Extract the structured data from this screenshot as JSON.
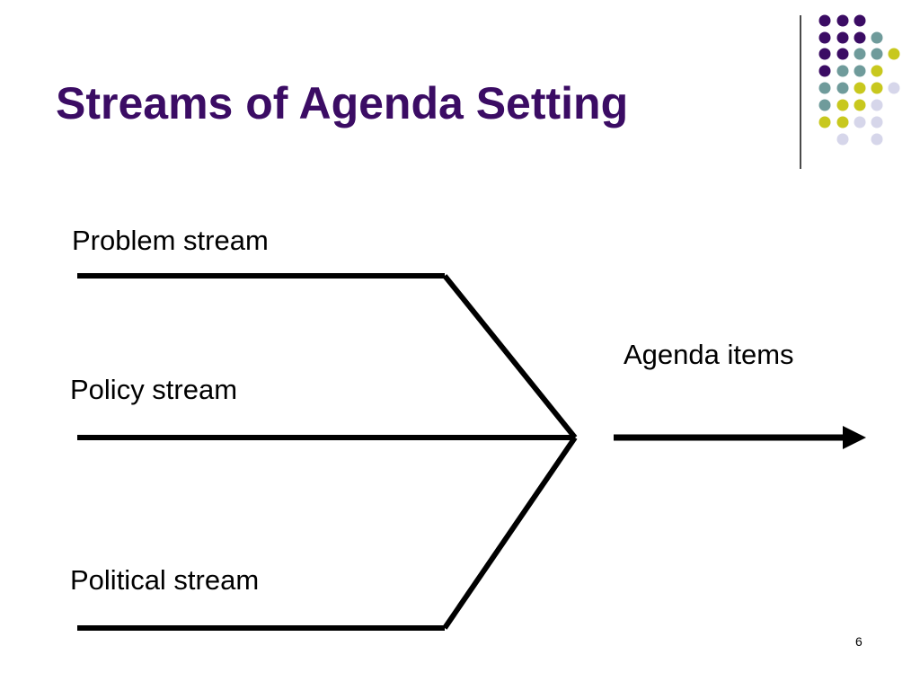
{
  "slide": {
    "title": "Streams of Agenda Setting",
    "page_number": "6"
  },
  "streams": [
    {
      "label": "Problem stream"
    },
    {
      "label": "Policy stream"
    },
    {
      "label": "Political stream"
    }
  ],
  "output": {
    "label": "Agenda items"
  },
  "colors": {
    "title": "#3b0c64",
    "line": "#000000",
    "dot_purple": "#3b0c64",
    "dot_teal": "#6f9b9b",
    "dot_lime": "#c8c81e",
    "dot_lavender": "#d6d6ea"
  }
}
